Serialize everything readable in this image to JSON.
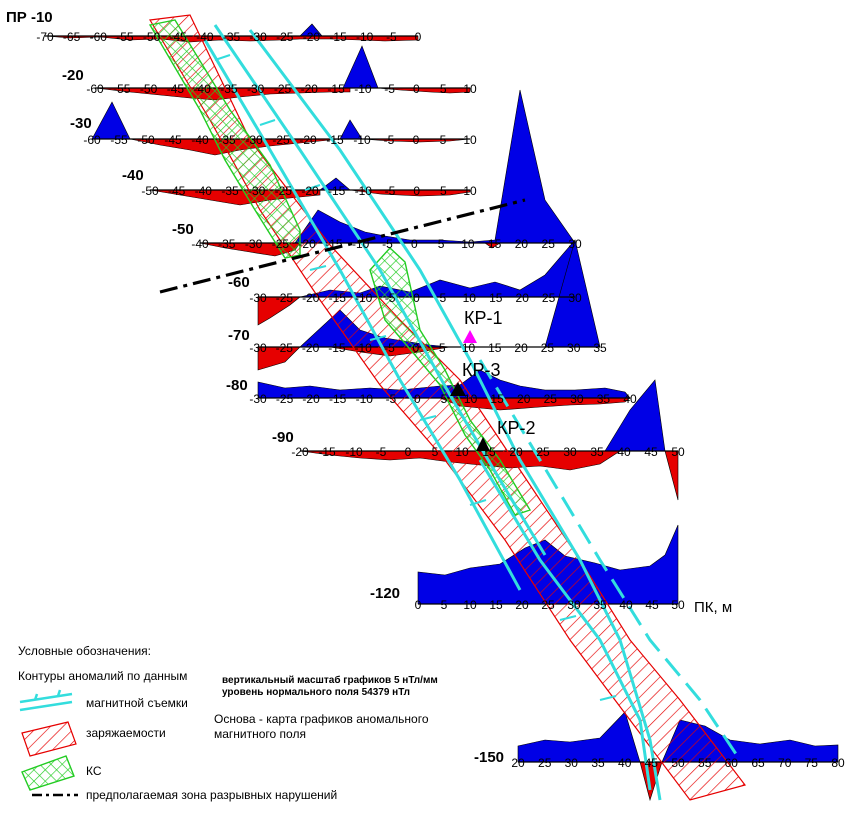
{
  "colors": {
    "positive": "#0000e6",
    "negative": "#e60000",
    "magnetic_contour": "#33dddd",
    "charge_hatch": "#e60000",
    "ks_hatch": "#22cc22",
    "fault_line": "#000000",
    "kr1_marker": "#ff00ff",
    "kr_marker": "#000000"
  },
  "profiles": [
    {
      "label": "ПР -10",
      "ticks": [
        "-70",
        "-65",
        "-60",
        "-55",
        "-50",
        "-45",
        "-40",
        "-35",
        "-30",
        "-25",
        "-20",
        "-15",
        "-10",
        "-5",
        "0"
      ]
    },
    {
      "label": "-20",
      "ticks": [
        "-60",
        "-55",
        "-50",
        "-45",
        "-40",
        "-35",
        "-30",
        "-25",
        "-20",
        "-15",
        "-10",
        "-5",
        "0",
        "5",
        "10"
      ]
    },
    {
      "label": "-30",
      "ticks": [
        "-60",
        "-55",
        "-50",
        "-45",
        "-40",
        "-35",
        "-30",
        "-25",
        "-20",
        "-15",
        "-10",
        "-5",
        "0",
        "5",
        "10"
      ]
    },
    {
      "label": "-40",
      "ticks": [
        "-50",
        "-45",
        "-40",
        "-35",
        "-30",
        "-25",
        "-20",
        "-15",
        "-10",
        "-5",
        "0",
        "5",
        "10"
      ]
    },
    {
      "label": "-50",
      "ticks": [
        "-40",
        "-35",
        "-30",
        "-25",
        "-20",
        "-15",
        "-10",
        "-5",
        "0",
        "5",
        "10",
        "15",
        "20",
        "25",
        "30"
      ]
    },
    {
      "label": "-60",
      "ticks": [
        "-30",
        "-25",
        "-20",
        "-15",
        "-10",
        "-5",
        "0",
        "5",
        "10",
        "15",
        "20",
        "25",
        "30"
      ]
    },
    {
      "label": "-70",
      "ticks": [
        "-30",
        "-25",
        "-20",
        "-15",
        "-10",
        "-5",
        "0",
        "5",
        "10",
        "15",
        "20",
        "25",
        "30",
        "35"
      ]
    },
    {
      "label": "-80",
      "ticks": [
        "-30",
        "-25",
        "-20",
        "-15",
        "-10",
        "-5",
        "0",
        "5",
        "10",
        "15",
        "20",
        "25",
        "30",
        "35",
        "40"
      ]
    },
    {
      "label": "-90",
      "ticks": [
        "-20",
        "-15",
        "-10",
        "-5",
        "0",
        "5",
        "10",
        "15",
        "20",
        "25",
        "30",
        "35",
        "40",
        "45",
        "50"
      ]
    },
    {
      "label": "-120",
      "ticks": [
        "0",
        "5",
        "10",
        "15",
        "20",
        "25",
        "30",
        "35",
        "40",
        "45",
        "50"
      ],
      "axis_label": "ПК, м"
    },
    {
      "label": "-150",
      "ticks": [
        "20",
        "25",
        "30",
        "35",
        "40",
        "45",
        "50",
        "55",
        "60",
        "65",
        "70",
        "75",
        "80"
      ]
    }
  ],
  "markers": [
    {
      "label": "КР-1"
    },
    {
      "label": "КР-3"
    },
    {
      "label": "КР-2"
    }
  ],
  "legend": {
    "title": "Условные обозначения:",
    "subtitle": "Контуры аномалий по данным",
    "items": [
      {
        "label": "магнитной съемки"
      },
      {
        "label": "заряжаемости"
      },
      {
        "label": "КС"
      },
      {
        "label": "предполагаемая зона разрывных нарушений"
      }
    ],
    "scale_note_1": "вертикальный масштаб графиков 5 нТл/мм",
    "scale_note_2": "уровень нормального поля 54379 нТл",
    "basis_note_1": "Основа - карта графиков аномального",
    "basis_note_2": "магнитного поля"
  }
}
